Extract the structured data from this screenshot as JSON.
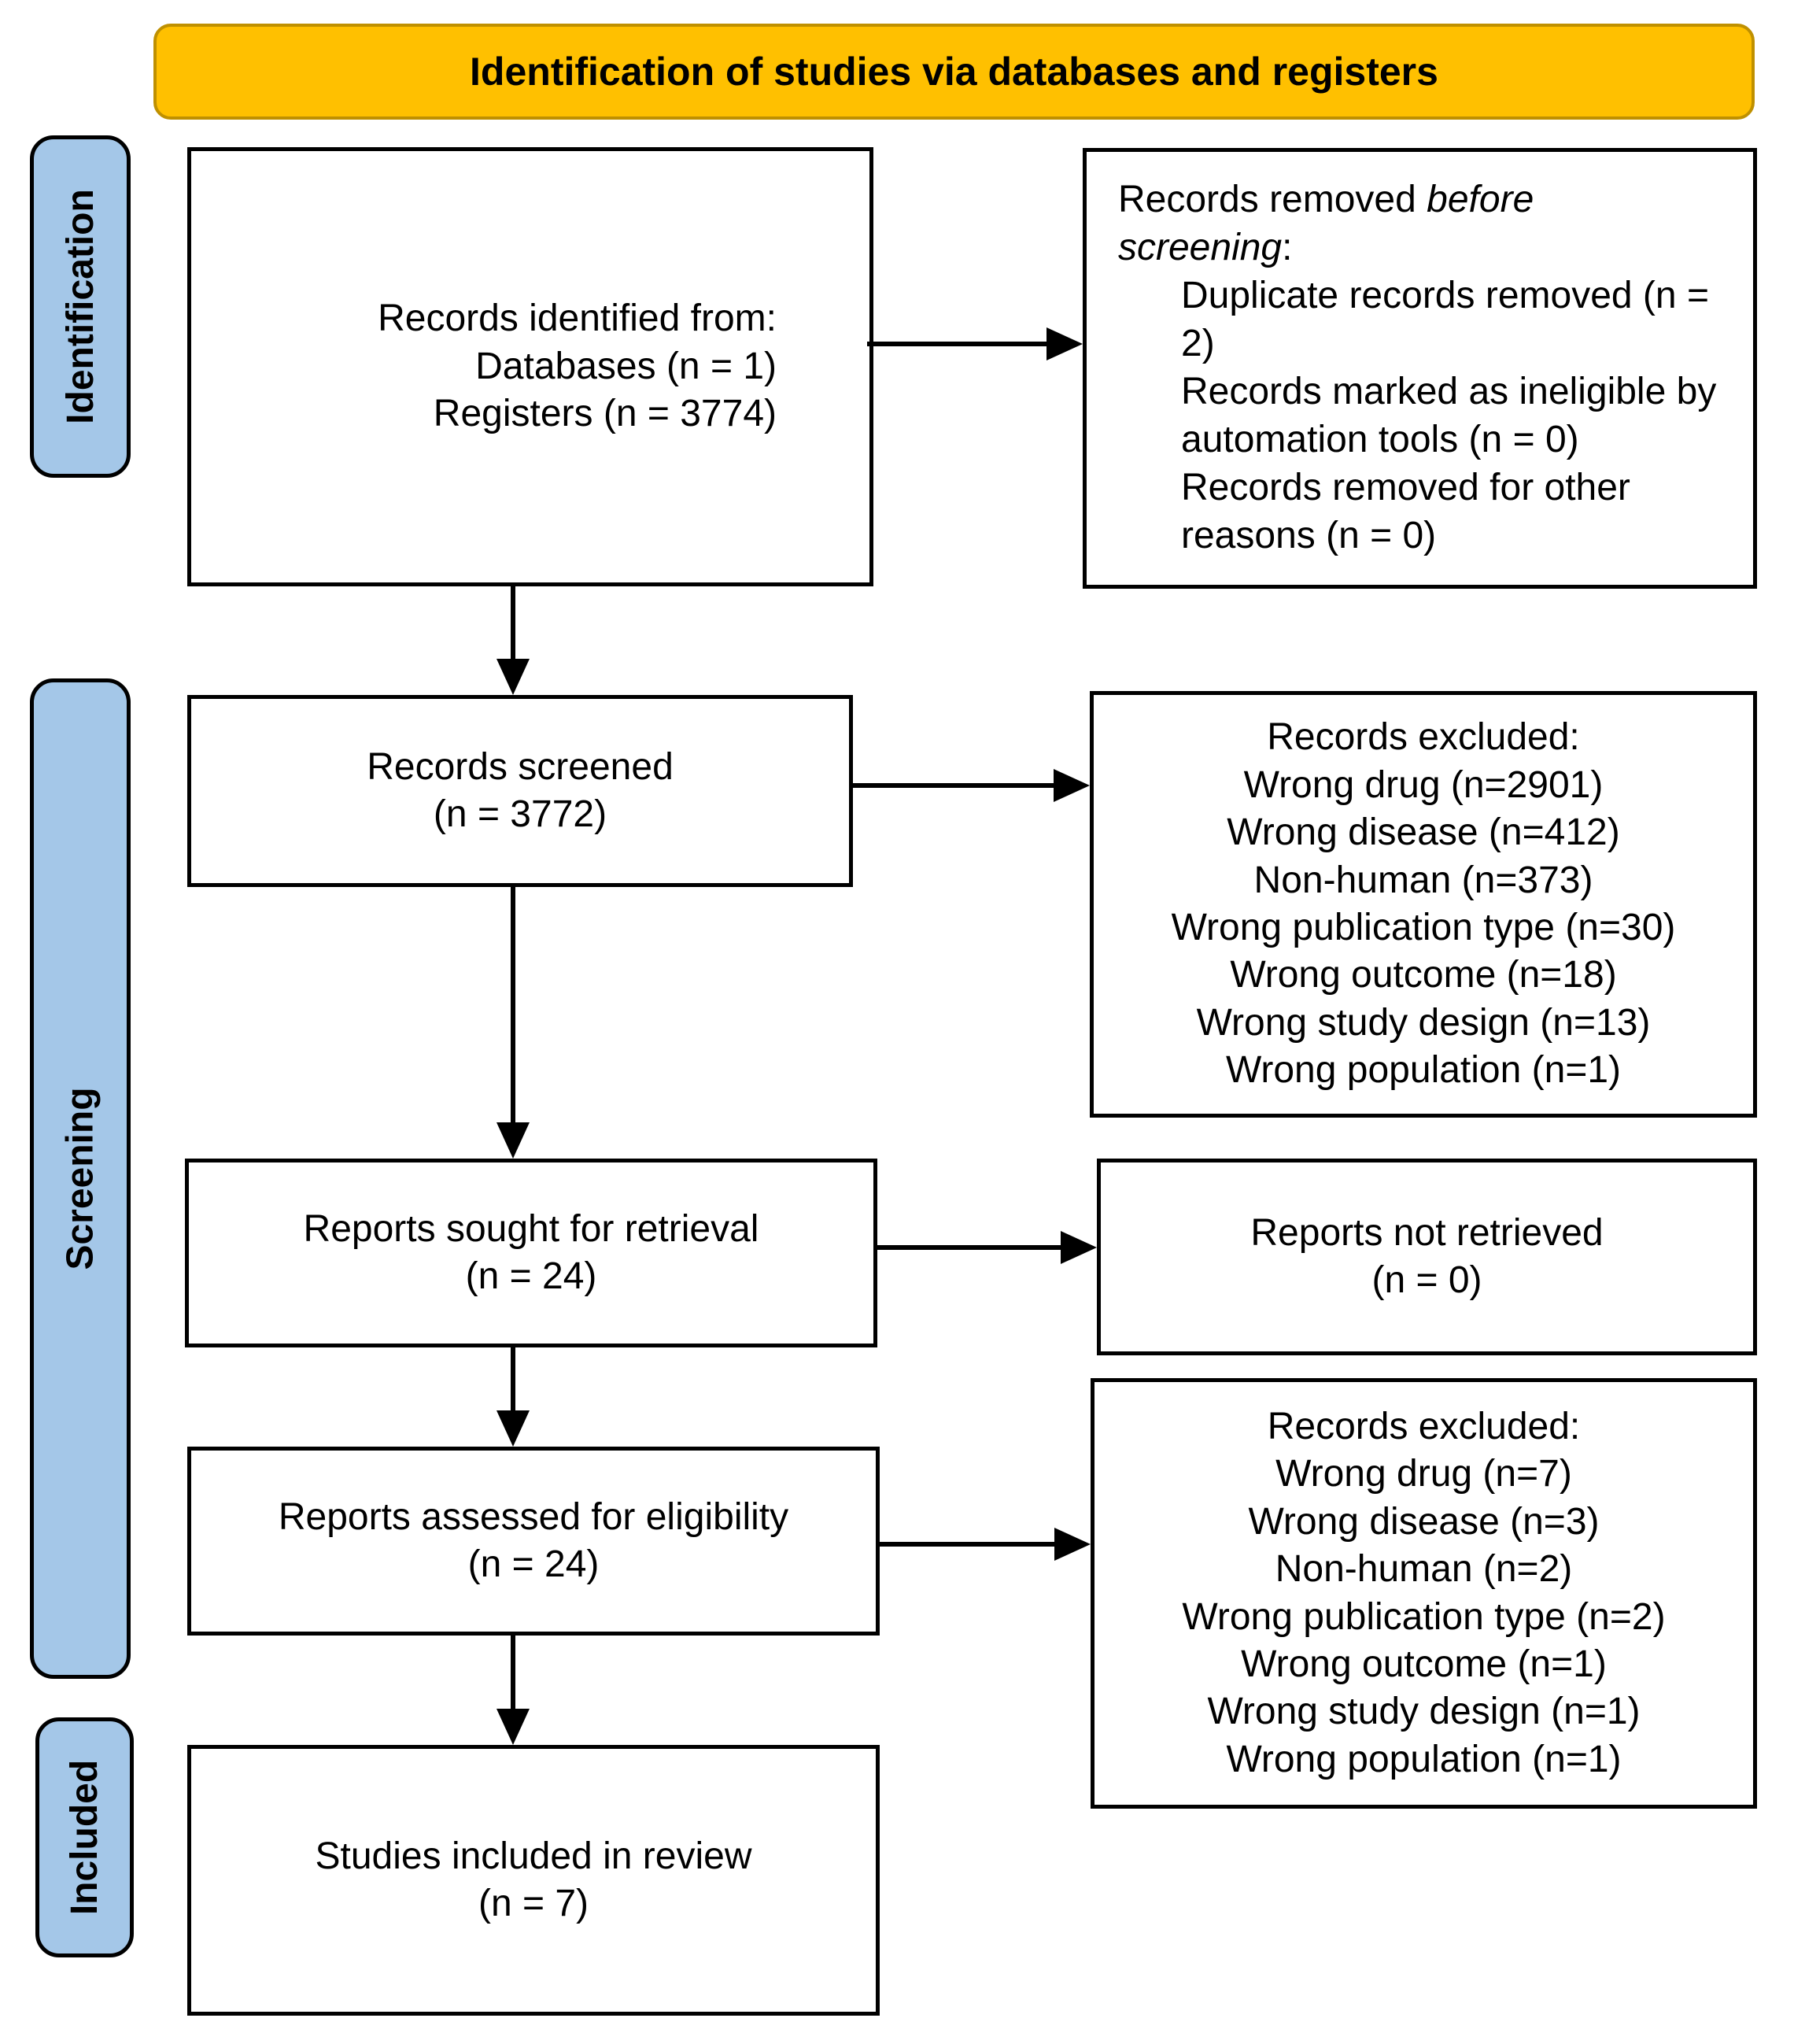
{
  "title": "Identification of studies via databases and registers",
  "stages": [
    {
      "label": "Identification"
    },
    {
      "label": "Screening"
    },
    {
      "label": "Included"
    }
  ],
  "boxes": {
    "identified": {
      "lines": [
        "Records identified from:",
        "Databases (n = 1)",
        "Registers (n = 3774)"
      ]
    },
    "removed": {
      "intro_prefix": "Records removed ",
      "intro_italic": "before screening",
      "intro_suffix": ":",
      "items": [
        "Duplicate records removed (n = 2)",
        "Records marked as ineligible by automation tools (n = 0)",
        "Records removed for other reasons (n = 0)"
      ]
    },
    "screened": {
      "lines": [
        "Records screened",
        "(n = 3772)"
      ]
    },
    "excluded_screening": {
      "heading": "Records excluded:",
      "items": [
        "Wrong drug (n=2901)",
        "Wrong disease (n=412)",
        "Non-human (n=373)",
        "Wrong publication type (n=30)",
        "Wrong outcome (n=18)",
        "Wrong study design (n=13)",
        "Wrong population (n=1)"
      ]
    },
    "sought": {
      "lines": [
        "Reports sought for retrieval",
        "(n = 24)"
      ]
    },
    "not_retrieved": {
      "lines": [
        "Reports not retrieved",
        "(n = 0)"
      ]
    },
    "assessed": {
      "lines": [
        "Reports assessed for eligibility",
        "(n = 24)"
      ]
    },
    "excluded_eligibility": {
      "heading": "Records excluded:",
      "items": [
        "Wrong drug (n=7)",
        "Wrong disease (n=3)",
        "Non-human (n=2)",
        "Wrong publication type (n=2)",
        "Wrong outcome (n=1)",
        "Wrong study design (n=1)",
        "Wrong population (n=1)"
      ]
    },
    "included": {
      "lines": [
        "Studies included in review",
        "(n = 7)"
      ]
    }
  },
  "colors": {
    "banner_fill": "#FFC000",
    "banner_border": "#BF9000",
    "stage_fill": "#A4C7E8",
    "box_border": "#000000",
    "arrow": "#000000"
  }
}
